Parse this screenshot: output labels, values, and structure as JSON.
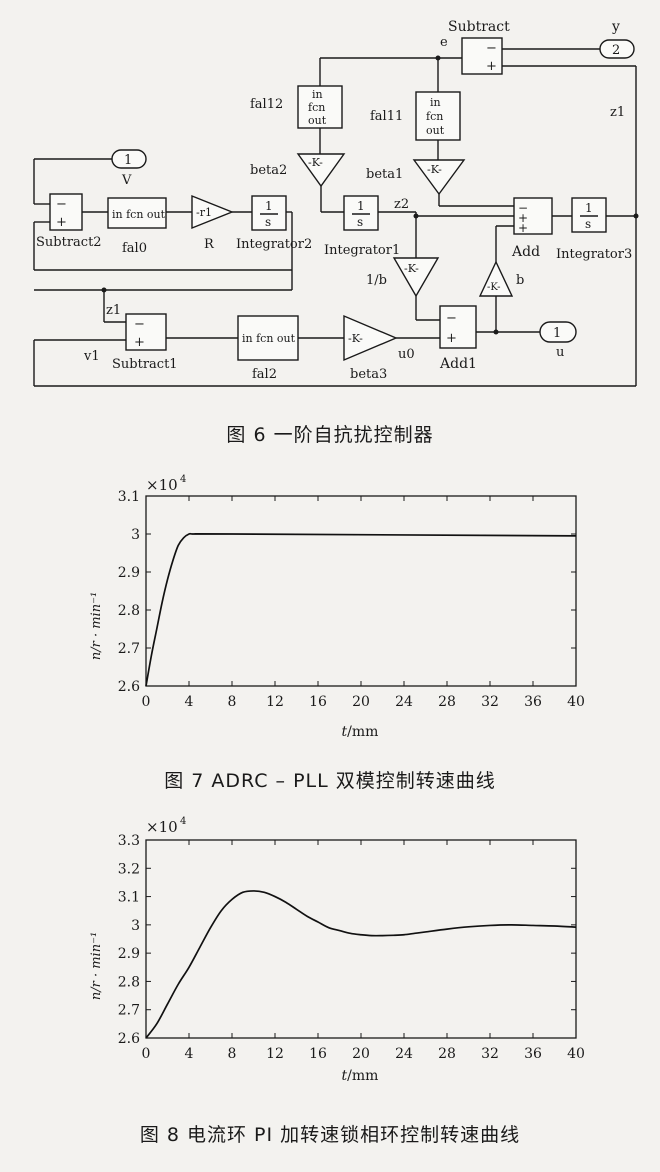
{
  "diagram": {
    "blocks": {
      "subtract": "Subtract",
      "subtract1": "Subtract1",
      "subtract2": "Subtract2",
      "add": "Add",
      "add1": "Add1",
      "fal0_text": "in fcn out",
      "fal0": "fal0",
      "fal2_text": "in fcn out",
      "fal2": "fal2",
      "fal11_in": "in",
      "fal11_fcn": "fcn",
      "fal11_out": "out",
      "fal11": "fal11",
      "fal12_in": "in",
      "fal12_fcn": "fcn",
      "fal12_out": "out",
      "fal12": "fal12",
      "gain_k": "-K-",
      "gain_r": "-r1",
      "r_label": "R",
      "beta1": "beta1",
      "beta2": "beta2",
      "beta3": "beta3",
      "inv_b": "1/b",
      "b": "b",
      "integ_num": "1",
      "integ_den": "s",
      "integrator1": "Integrator1",
      "integrator2": "Integrator2",
      "integrator3": "Integrator3",
      "port_v_num": "1",
      "port_v": "V",
      "port_y_num": "2",
      "port_y": "y",
      "port_u_num": "1",
      "port_u": "u",
      "sig_e": "e",
      "sig_z1": "z1",
      "sig_z1b": "z1",
      "sig_z2": "z2",
      "sig_v1": "v1",
      "sig_u0": "u0",
      "minus": "−",
      "plus": "+"
    },
    "caption": "图 6   一阶自抗扰控制器"
  },
  "charts_labels": {
    "exp": "×10",
    "exp_pow": "4",
    "ylabel": "n/r · min⁻¹",
    "xlabel_italic": "t",
    "xlabel_unit": "/mm"
  },
  "chart_data": [
    {
      "type": "line",
      "caption": "图 7   ADRC – PLL 双模控制转速曲线",
      "xlabel": "t/mm",
      "ylabel": "n/r · min⁻¹",
      "y_multiplier": "×10^4",
      "xlim": [
        0,
        40
      ],
      "ylim": [
        2.6,
        3.1
      ],
      "xticks": [
        0,
        4,
        8,
        12,
        16,
        20,
        24,
        28,
        32,
        36,
        40
      ],
      "yticks": [
        "2.6",
        "2.7",
        "2.8",
        "2.9",
        "3",
        "3.1"
      ],
      "series": [
        {
          "x": [
            0,
            0.5,
            1,
            1.5,
            2,
            2.5,
            3,
            3.5,
            4,
            4.3,
            5,
            8,
            40
          ],
          "values": [
            2.6,
            2.68,
            2.75,
            2.82,
            2.88,
            2.93,
            2.97,
            2.99,
            3.0,
            3.0,
            3.0,
            3.0,
            2.995
          ]
        }
      ]
    },
    {
      "type": "line",
      "caption": "图 8   电流环 PI 加转速锁相环控制转速曲线",
      "xlabel": "t/mm",
      "ylabel": "n/r · min⁻¹",
      "y_multiplier": "×10^4",
      "xlim": [
        0,
        40
      ],
      "ylim": [
        2.6,
        3.3
      ],
      "xticks": [
        0,
        4,
        8,
        12,
        16,
        20,
        24,
        28,
        32,
        36,
        40
      ],
      "yticks": [
        "2.6",
        "2.7",
        "2.8",
        "2.9",
        "3",
        "3.1",
        "3.2",
        "3.3"
      ],
      "series": [
        {
          "x": [
            0,
            1,
            2,
            3,
            4,
            5,
            6,
            7,
            8,
            9,
            10,
            11,
            12,
            13,
            14,
            15,
            16,
            17,
            18,
            19,
            20,
            21,
            22,
            23,
            24,
            25,
            26,
            28,
            30,
            32,
            34,
            36,
            38,
            40
          ],
          "values": [
            2.6,
            2.65,
            2.72,
            2.79,
            2.85,
            2.92,
            2.99,
            3.05,
            3.09,
            3.115,
            3.12,
            3.115,
            3.1,
            3.08,
            3.055,
            3.03,
            3.01,
            2.99,
            2.98,
            2.97,
            2.965,
            2.962,
            2.962,
            2.963,
            2.965,
            2.97,
            2.975,
            2.985,
            2.993,
            2.998,
            3.0,
            2.998,
            2.996,
            2.992
          ]
        }
      ]
    }
  ]
}
